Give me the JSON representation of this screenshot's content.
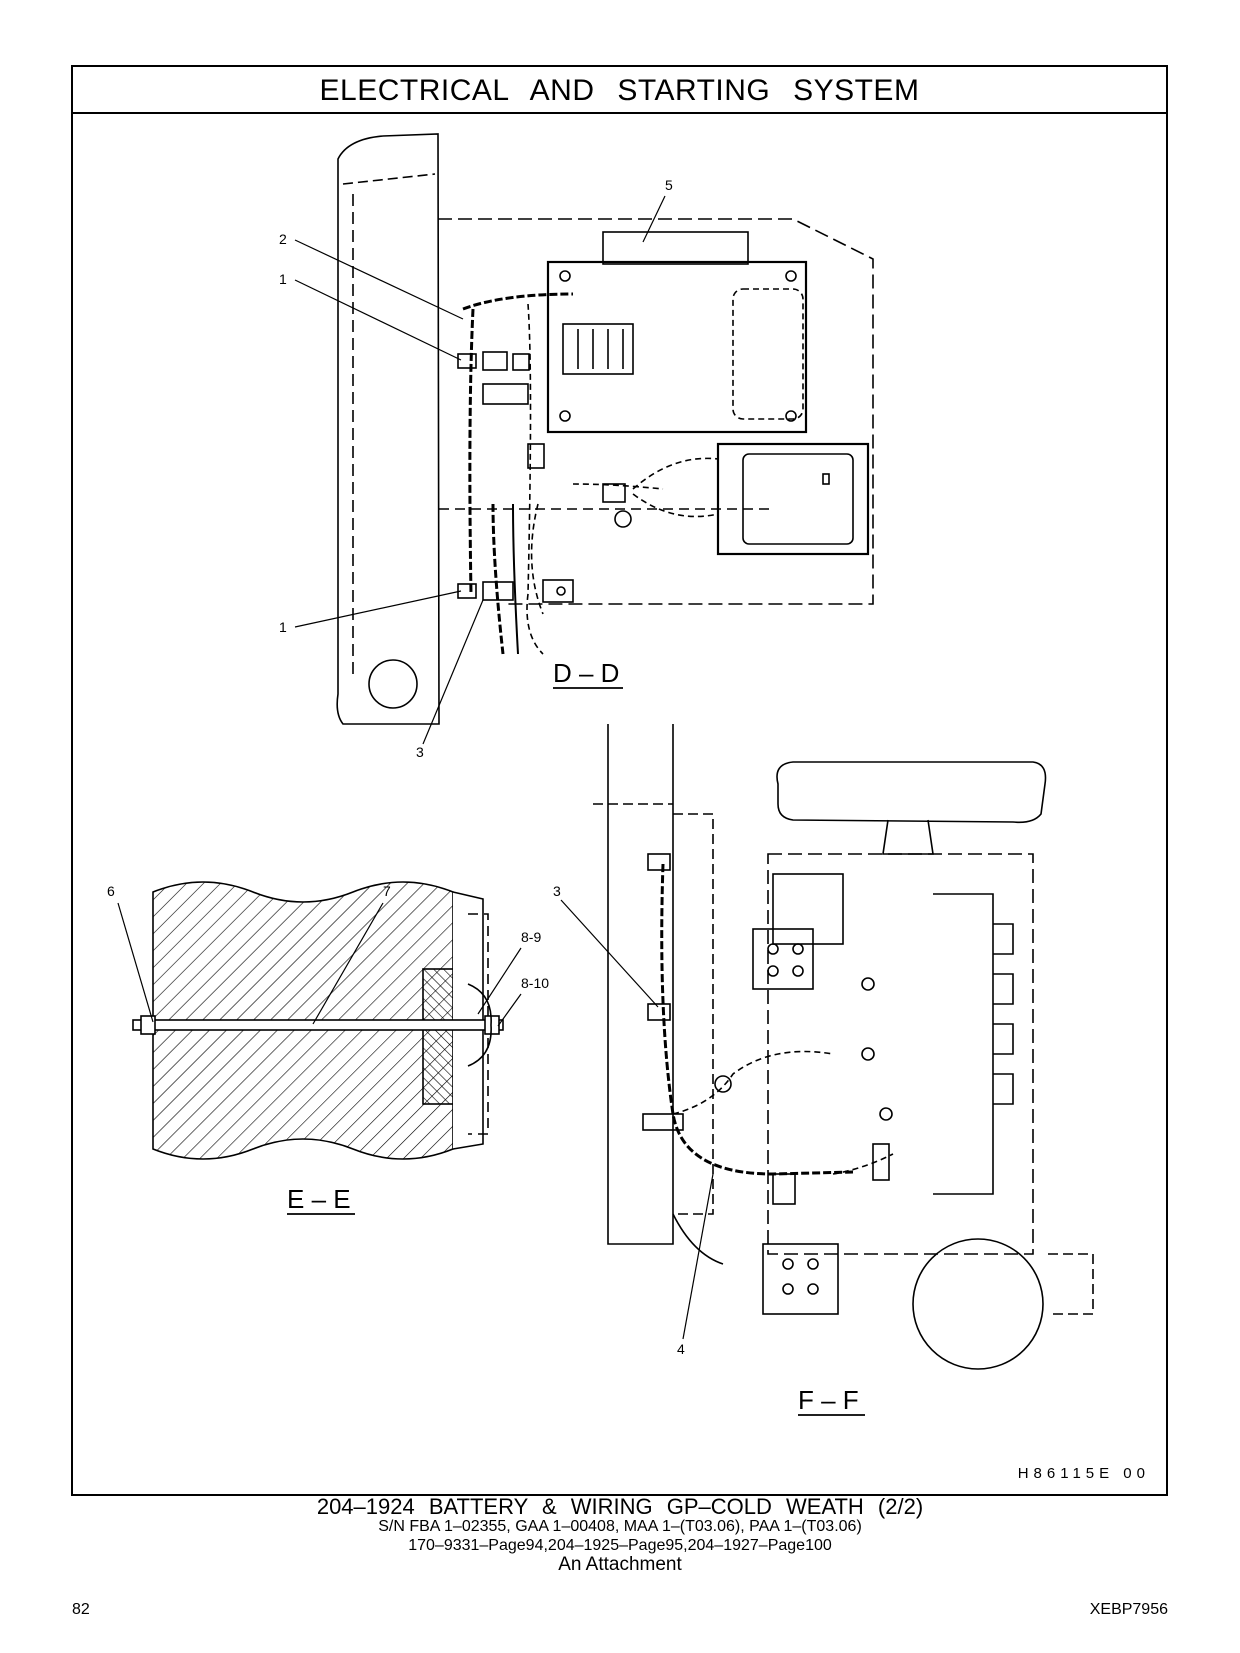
{
  "header": {
    "title": "ELECTRICAL AND STARTING SYSTEM"
  },
  "views": {
    "dd": "D – D",
    "ee": "E – E",
    "ff": "F – F"
  },
  "callouts": {
    "c1a": "1",
    "c1b": "1",
    "c2": "2",
    "c3a": "3",
    "c3b": "3",
    "c4": "4",
    "c5": "5",
    "c6": "6",
    "c7": "7",
    "c89": "8-9",
    "c810": "8-10"
  },
  "drawing_code": "H86115E   00",
  "caption": {
    "title": "204–1924 BATTERY & WIRING GP–COLD WEATH (2/2)",
    "serial": "S/N FBA 1–02355, GAA 1–00408, MAA 1–(T03.06), PAA 1–(T03.06)",
    "references": "170–9331–Page94,204–1925–Page95,204–1927–Page100",
    "attachment": "An Attachment"
  },
  "footer": {
    "page_number": "82",
    "document_code": "XEBP7956"
  }
}
